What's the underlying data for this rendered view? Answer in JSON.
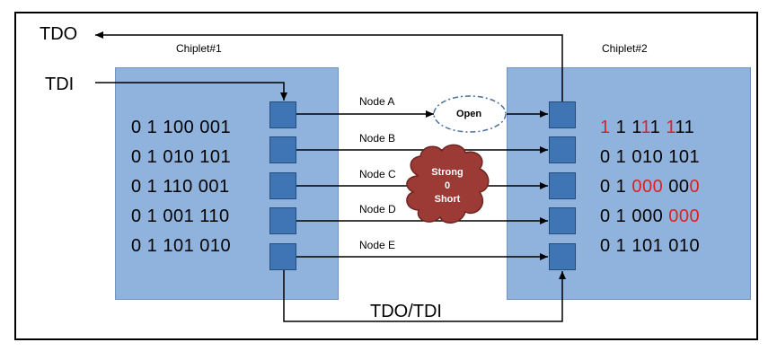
{
  "tdo": "TDO",
  "tdi": "TDI",
  "tdo_tdi": "TDO/TDI",
  "chiplet1": {
    "title": "Chiplet#1",
    "rows": [
      "0 1 100 001",
      "0 1 010 101",
      "0 1 110 001",
      "0 1 001 110",
      "0 1 101 010"
    ]
  },
  "chiplet2": {
    "title": "Chiplet#2",
    "rows": [
      [
        {
          "t": "1",
          "red": true
        },
        {
          "t": " 1 1",
          "red": false
        },
        {
          "t": "1",
          "red": true
        },
        {
          "t": "1 ",
          "red": false
        },
        {
          "t": "1",
          "red": true
        },
        {
          "t": "11",
          "red": false
        }
      ],
      [
        {
          "t": "0 1 010 101",
          "red": false
        }
      ],
      [
        {
          "t": "0 1 ",
          "red": false
        },
        {
          "t": "000",
          "red": true
        },
        {
          "t": " 00",
          "red": false
        },
        {
          "t": "0",
          "red": true
        }
      ],
      [
        {
          "t": "0 1 000 ",
          "red": false
        },
        {
          "t": "000",
          "red": true
        }
      ],
      [
        {
          "t": "0 1 101 010",
          "red": false
        }
      ]
    ]
  },
  "nodes": [
    "Node A",
    "Node B",
    "Node C",
    "Node D",
    "Node E"
  ],
  "open_label": "Open",
  "short_label": [
    "Strong",
    "0",
    "Short"
  ],
  "colors": {
    "chiplet_fill": "#8fb3dc",
    "cell_fill": "#3f74b5",
    "short_fill": "#9c3a35",
    "error_red": "#e02020"
  }
}
